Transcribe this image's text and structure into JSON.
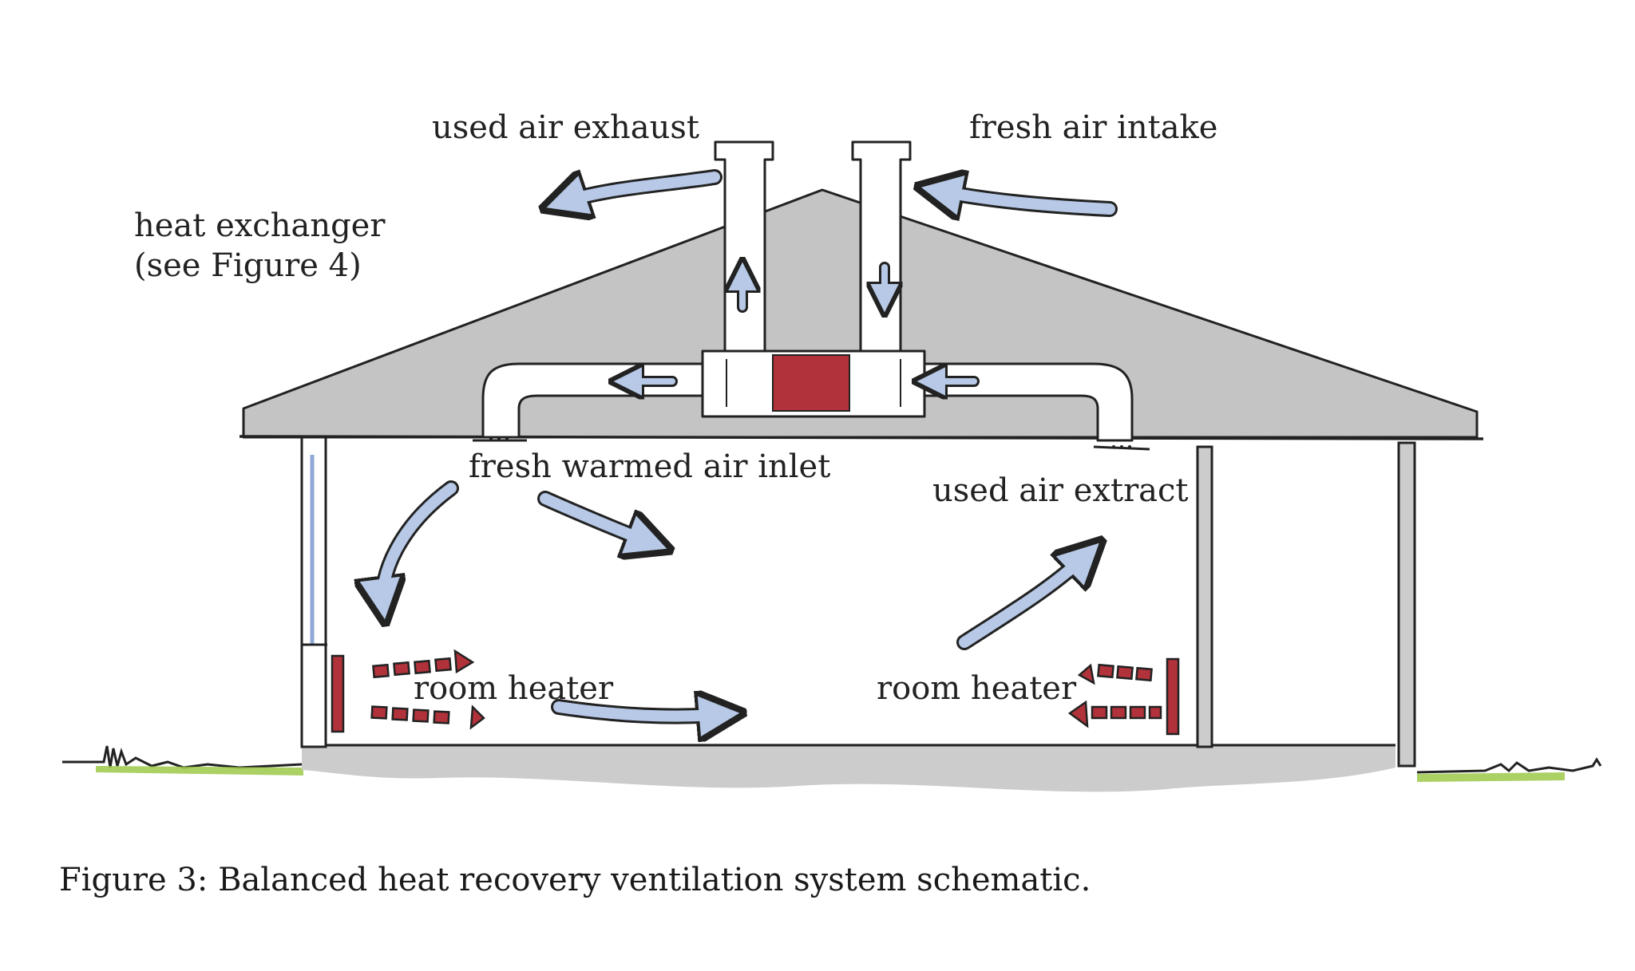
{
  "figure": {
    "caption": "Figure 3: Balanced heat recovery ventilation system schematic."
  },
  "labels": {
    "used_air_exhaust": "used air exhaust",
    "fresh_air_intake": "fresh air intake",
    "heat_exchanger": "heat exchanger\n(see Figure 4)",
    "fresh_warmed_air_inlet": "fresh warmed air inlet",
    "used_air_extract": "used air extract",
    "room_heater_left": "room heater",
    "room_heater_right": "room heater"
  },
  "colors": {
    "roof_fill": "#c4c4c4",
    "floor_fill": "#cccccc",
    "outline": "#222222",
    "duct_fill": "#ffffff",
    "heat_exchanger_core": "#b1323a",
    "heater_red": "#b1323a",
    "air_arrow_fill": "#b7c9e6",
    "grass": "#9cc94a",
    "background": "#ffffff"
  }
}
